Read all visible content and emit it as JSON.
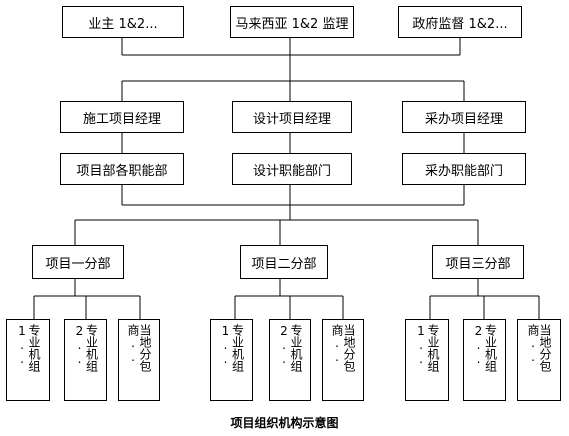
{
  "top": {
    "owner": "业主 1&2...",
    "supervisor": "马来西亚 1&2 监理",
    "gov": "政府监督 1&2..."
  },
  "managers": {
    "construction": "施工项目经理",
    "design": "设计项目经理",
    "procurement": "采办项目经理"
  },
  "departments": {
    "project": "项目部各职能部",
    "design": "设计职能部门",
    "procurement": "采办职能部门"
  },
  "branches": {
    "b1": "项目一分部",
    "b2": "项目二分部",
    "b3": "项目三分部"
  },
  "units": {
    "b1": [
      "专业机组 1..",
      "专业机组 2..",
      "当地分包商.."
    ],
    "b2": [
      "专业机组 1..",
      "专业机组 2..",
      "当地分包商.."
    ],
    "b3": [
      "专业机组 1..",
      "专业机组 2..",
      "当地分包商.."
    ]
  },
  "caption": "项目组织机构示意图"
}
